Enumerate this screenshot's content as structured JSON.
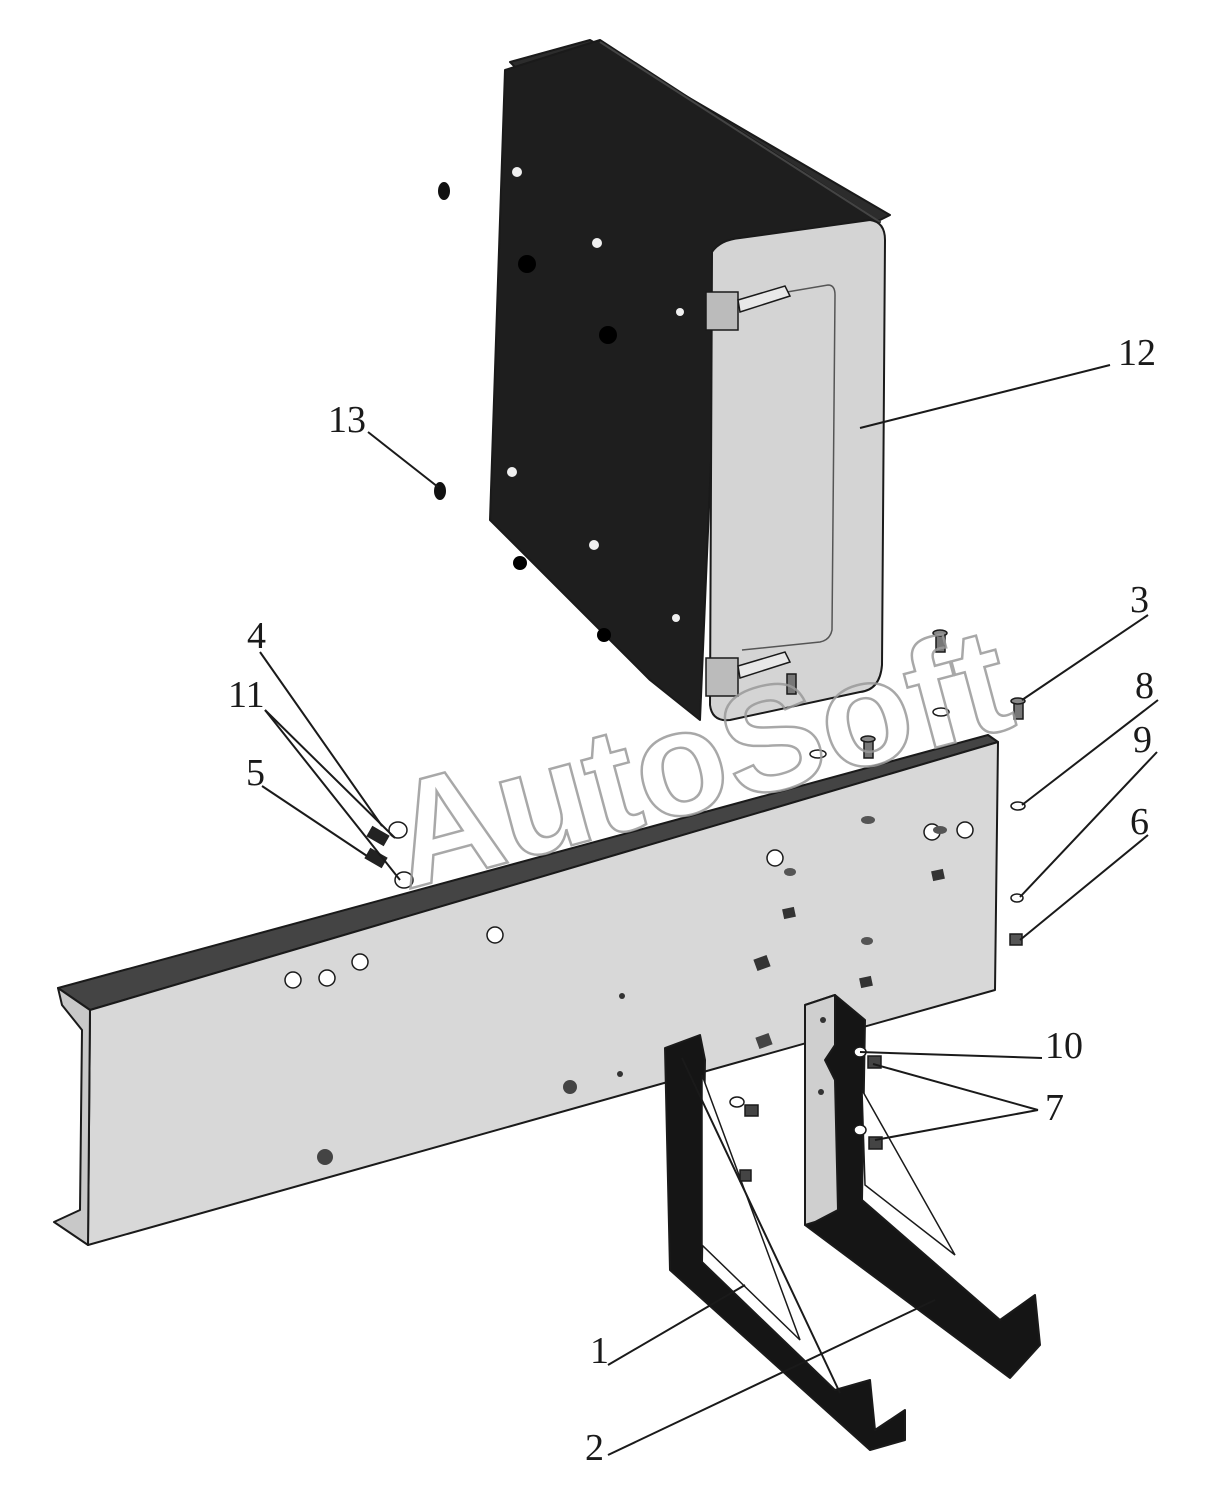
{
  "watermark": "AutoSoft",
  "callouts": {
    "c1": "1",
    "c2": "2",
    "c3": "3",
    "c4": "4",
    "c5": "5",
    "c6": "6",
    "c7": "7",
    "c8": "8",
    "c9": "9",
    "c10": "10",
    "c11": "11",
    "c12": "12",
    "c13": "13"
  },
  "colors": {
    "box_body": "#1e1e1e",
    "box_lid": "#d4d4d4",
    "frame_rail": "#d8d8d8",
    "bracket": "#151515",
    "outline": "#1a1a1a"
  }
}
